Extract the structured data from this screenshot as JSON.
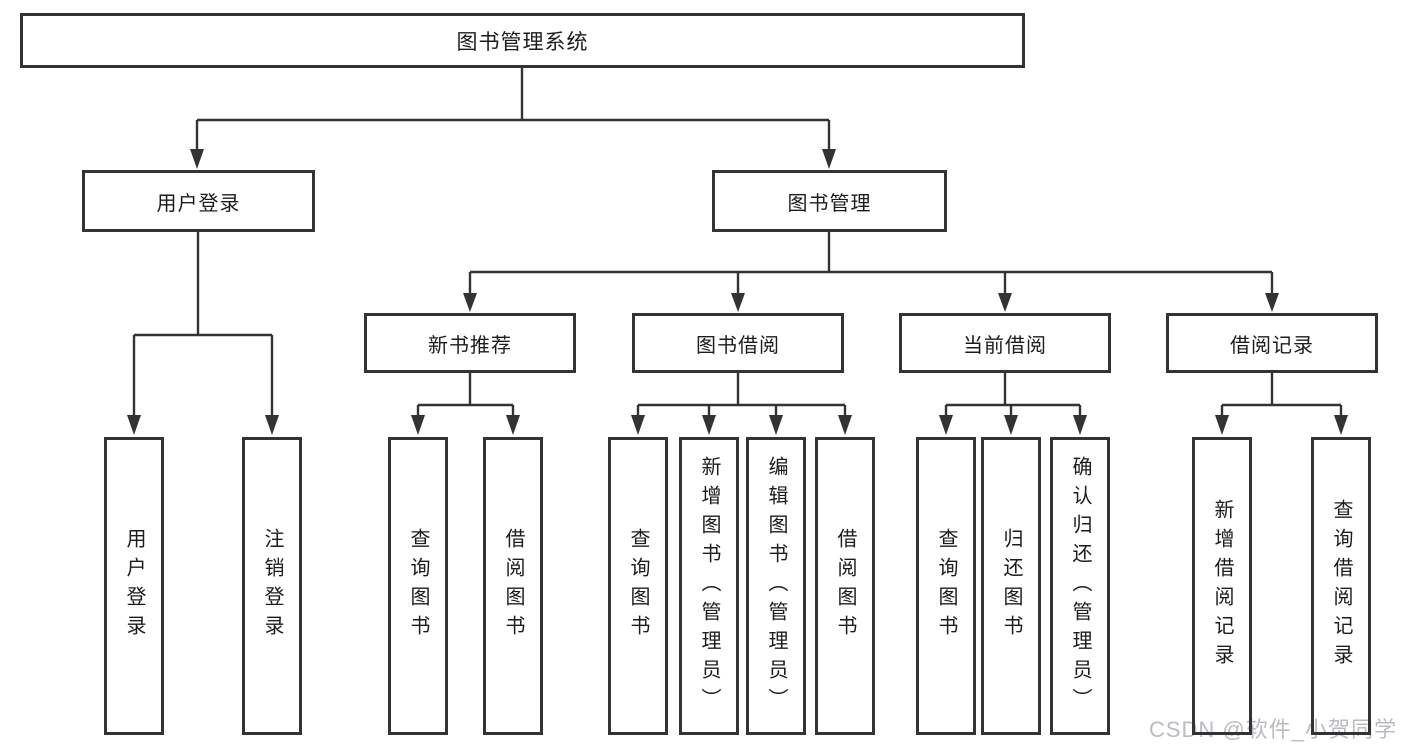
{
  "diagram": {
    "root": {
      "label": "图书管理系统"
    },
    "level2": [
      {
        "label": "用户登录"
      },
      {
        "label": "图书管理"
      }
    ],
    "level3": [
      {
        "label": "新书推荐"
      },
      {
        "label": "图书借阅"
      },
      {
        "label": "当前借阅"
      },
      {
        "label": "借阅记录"
      }
    ],
    "leaves": [
      {
        "label": "用户登录"
      },
      {
        "label": "注销登录"
      },
      {
        "label": "查询图书"
      },
      {
        "label": "借阅图书"
      },
      {
        "label": "查询图书"
      },
      {
        "label": "新增图书（管理员）"
      },
      {
        "label": "编辑图书（管理员）"
      },
      {
        "label": "借阅图书"
      },
      {
        "label": "查询图书"
      },
      {
        "label": "归还图书"
      },
      {
        "label": "确认归还（管理员）"
      },
      {
        "label": "新增借阅记录"
      },
      {
        "label": "查询借阅记录"
      }
    ]
  },
  "watermark": {
    "text": "CSDN @软件_小贺同学"
  },
  "colors": {
    "line": "#333333",
    "text": "#1c1c1c",
    "background": "#ffffff",
    "watermark": "#b9bcc1"
  }
}
